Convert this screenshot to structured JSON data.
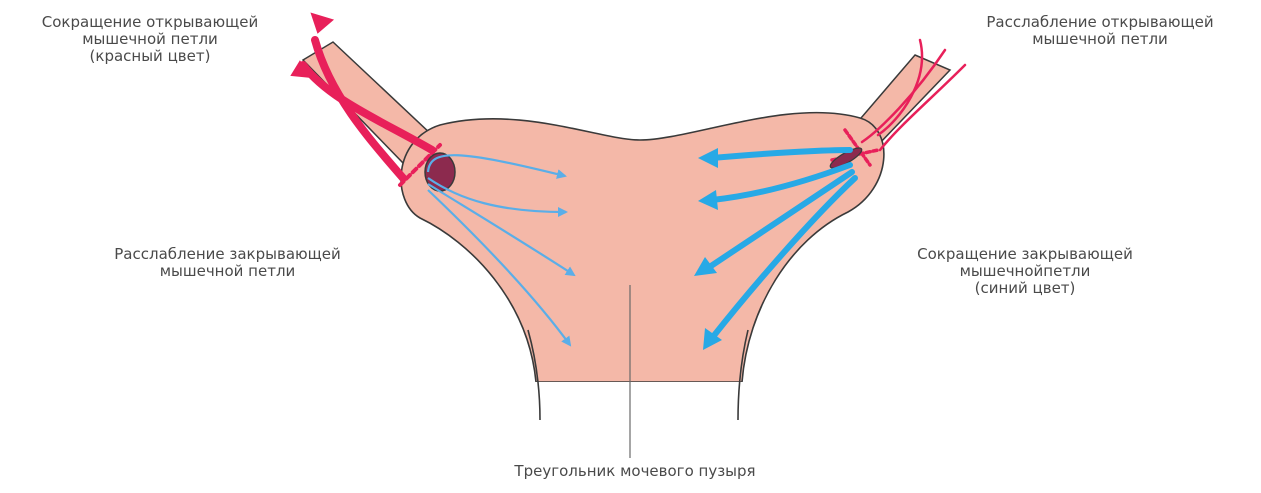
{
  "labels": {
    "top_left": {
      "line1": "Сокращение открывающей",
      "line2": "мышечной петли",
      "line3": "(красный цвет)"
    },
    "top_right": {
      "line1": "Расслабление открывающей",
      "line2": "мышечной петли"
    },
    "mid_left": {
      "line1": "Расслабление закрывающей",
      "line2": "мышечной петли"
    },
    "mid_right": {
      "line1": "Сокращение закрывающей",
      "line2": "мышечнойпетли",
      "line3": "(синий цвет)"
    },
    "bottom": "Треугольник мочевого пузыря"
  },
  "colors": {
    "tissue": "#f4b8a8",
    "outline": "#3a3a3a",
    "red_muscle": "#e8205a",
    "blue_arrows_thin": "#5aaee8",
    "blue_arrows_thick": "#27a9e6",
    "orifice": "#8c2a4e",
    "text": "#4a4a4a"
  }
}
